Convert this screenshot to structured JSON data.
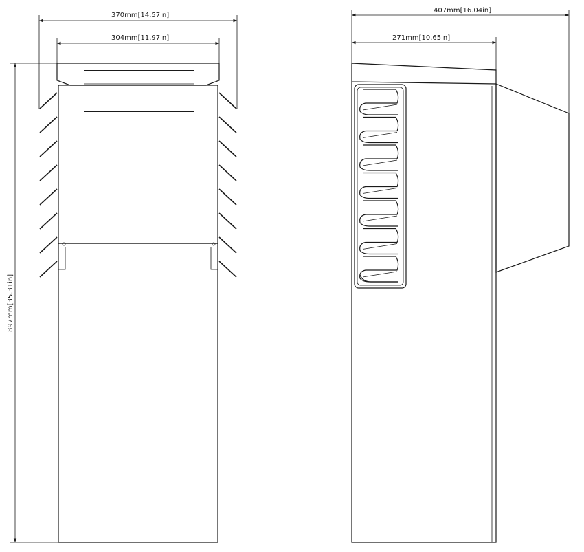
{
  "front_view": {
    "overall_width_label": "370mm",
    "overall_width_alt": "14.57in",
    "body_width_label": "304mm",
    "body_width_alt": "11.97in",
    "height_label": "897mm",
    "height_alt": "35.31in"
  },
  "side_view": {
    "overall_depth_label": "407mm",
    "overall_depth_alt": "16.04in",
    "body_depth_label": "271mm",
    "body_depth_alt": "10.65in"
  },
  "colors": {
    "line": "#1a1a1a",
    "background": "#ffffff"
  }
}
